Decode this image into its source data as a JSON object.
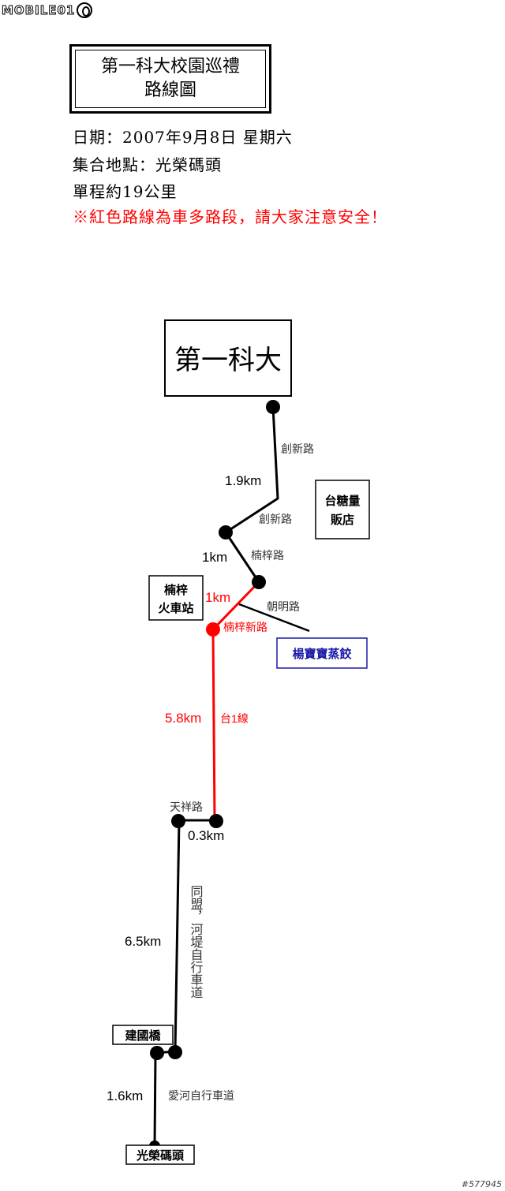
{
  "logo": {
    "text": "MOBILE01"
  },
  "title": {
    "line1": "第一科大校園巡禮",
    "line2": "路線圖"
  },
  "info": {
    "date": "日期：2007年9月8日  星期六",
    "meeting_point": "集合地點：光榮碼頭",
    "distance": "單程約19公里",
    "warning": "※紅色路線為車多路段，請大家注意安全！"
  },
  "colors": {
    "red_route": "#ff0000",
    "black_route": "#000000",
    "blue_box": "#1a1aa8"
  },
  "map": {
    "start_box": "第一科大",
    "landmarks": {
      "sugar_hotel_l1": "台糖量",
      "sugar_hotel_l2": "販店",
      "station_l1": "楠梓",
      "station_l2": "火車站",
      "dumpling": "楊寶寶蒸餃",
      "jianguo_bridge": "建國橋",
      "guangrong_pier": "光榮碼頭"
    },
    "roads": {
      "chuangxin_1": "創新路",
      "chuangxin_2": "創新路",
      "nanzi": "楠梓路",
      "zhaoming": "朝明路",
      "nanzi_new": "楠梓新路",
      "tai1": "台1線",
      "tianxiang": "天祥路",
      "tongmeng_bike": "同盟，河堤自行車道",
      "aihe_bike": "愛河自行車道"
    },
    "distances": {
      "d1": "1.9km",
      "d2": "1km",
      "d3": "1km",
      "d4": "5.8km",
      "d5": "0.3km",
      "d6": "6.5km",
      "d7": "1.6km"
    }
  },
  "watermark": "#577945"
}
